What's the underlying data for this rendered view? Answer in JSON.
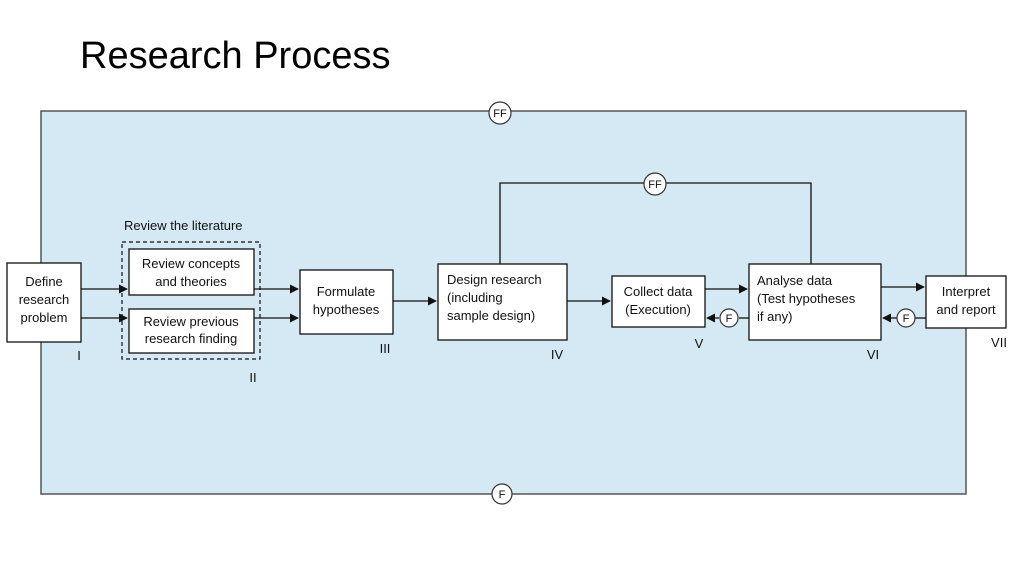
{
  "title": "Research Process",
  "colors": {
    "panel": "#d4e9f4",
    "panel_border": "#555555",
    "box_fill": "#ffffff",
    "line": "#111111"
  },
  "diagram": {
    "group_label": "Review the literature",
    "steps": {
      "define": {
        "lines": [
          "Define",
          "research",
          "problem"
        ],
        "numeral": "I"
      },
      "review_concepts": {
        "lines": [
          "Review concepts",
          "and theories"
        ]
      },
      "review_previous": {
        "lines": [
          "Review previous",
          "research finding"
        ]
      },
      "review_numeral": "II",
      "formulate": {
        "lines": [
          "Formulate",
          "hypotheses"
        ],
        "numeral": "III"
      },
      "design": {
        "lines": [
          "Design research",
          "(including",
          "sample design)"
        ],
        "numeral": "IV"
      },
      "collect": {
        "lines": [
          "Collect data",
          "(Execution)"
        ],
        "numeral": "V"
      },
      "analyse": {
        "lines": [
          "Analyse data",
          "(Test hypotheses",
          "if any)"
        ],
        "numeral": "VI"
      },
      "interpret": {
        "lines": [
          "Interpret",
          "and report"
        ],
        "numeral": "VII"
      }
    },
    "feedback": {
      "top_outer": "FF",
      "top_inner": "FF",
      "bottom": "F",
      "collect_analyse": "F",
      "analyse_interpret": "F"
    }
  }
}
